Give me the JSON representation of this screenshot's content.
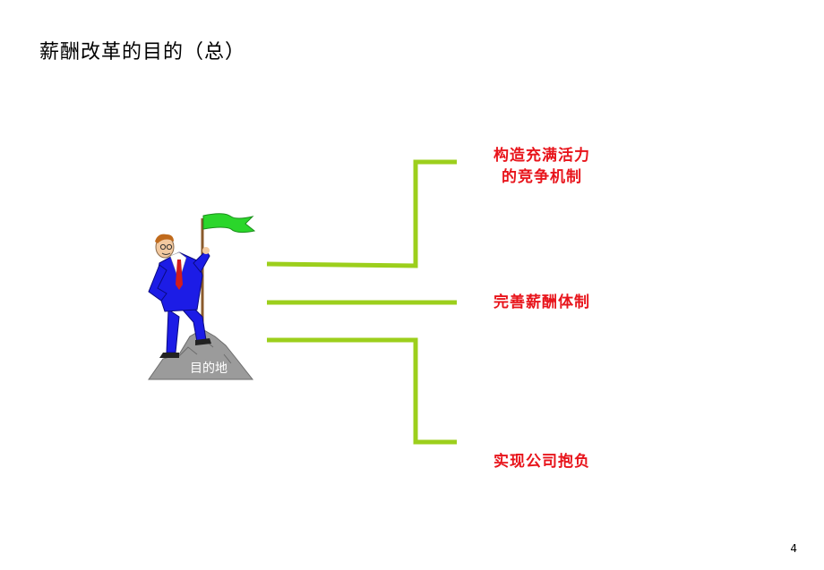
{
  "title": "薪酬改革的目的（总）",
  "figure_label": "目的地",
  "outcomes": [
    {
      "line1": "构造充满活力",
      "line2": "的竞争机制"
    },
    {
      "line1": "完善薪酬体制"
    },
    {
      "line1": "实现公司抱负"
    }
  ],
  "page_number": "4",
  "colors": {
    "connector": "#9ccf1c",
    "outcome_text": "#e8141b",
    "flag": "#2bd62b",
    "suit": "#1c1ce6"
  }
}
